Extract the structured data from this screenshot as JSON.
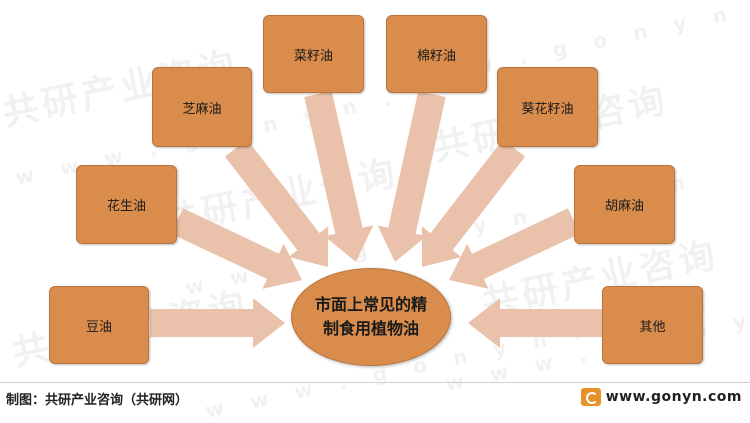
{
  "diagram": {
    "center_line1": "市面上常见的精",
    "center_line2": "制食用植物油",
    "oils": [
      "豆油",
      "花生油",
      "芝麻油",
      "菜籽油",
      "棉籽油",
      "葵花籽油",
      "胡麻油",
      "其他"
    ]
  },
  "watermark": {
    "cn": "共研产业咨询",
    "url": "w w w . g o n y n . c o m"
  },
  "footer": {
    "source": "制图：共研产业咨询（共研网）",
    "url": "www.gonyn.com"
  },
  "colors": {
    "box": "#d98c4b",
    "arrow": "#eac2ab",
    "border": "#b9743d"
  }
}
